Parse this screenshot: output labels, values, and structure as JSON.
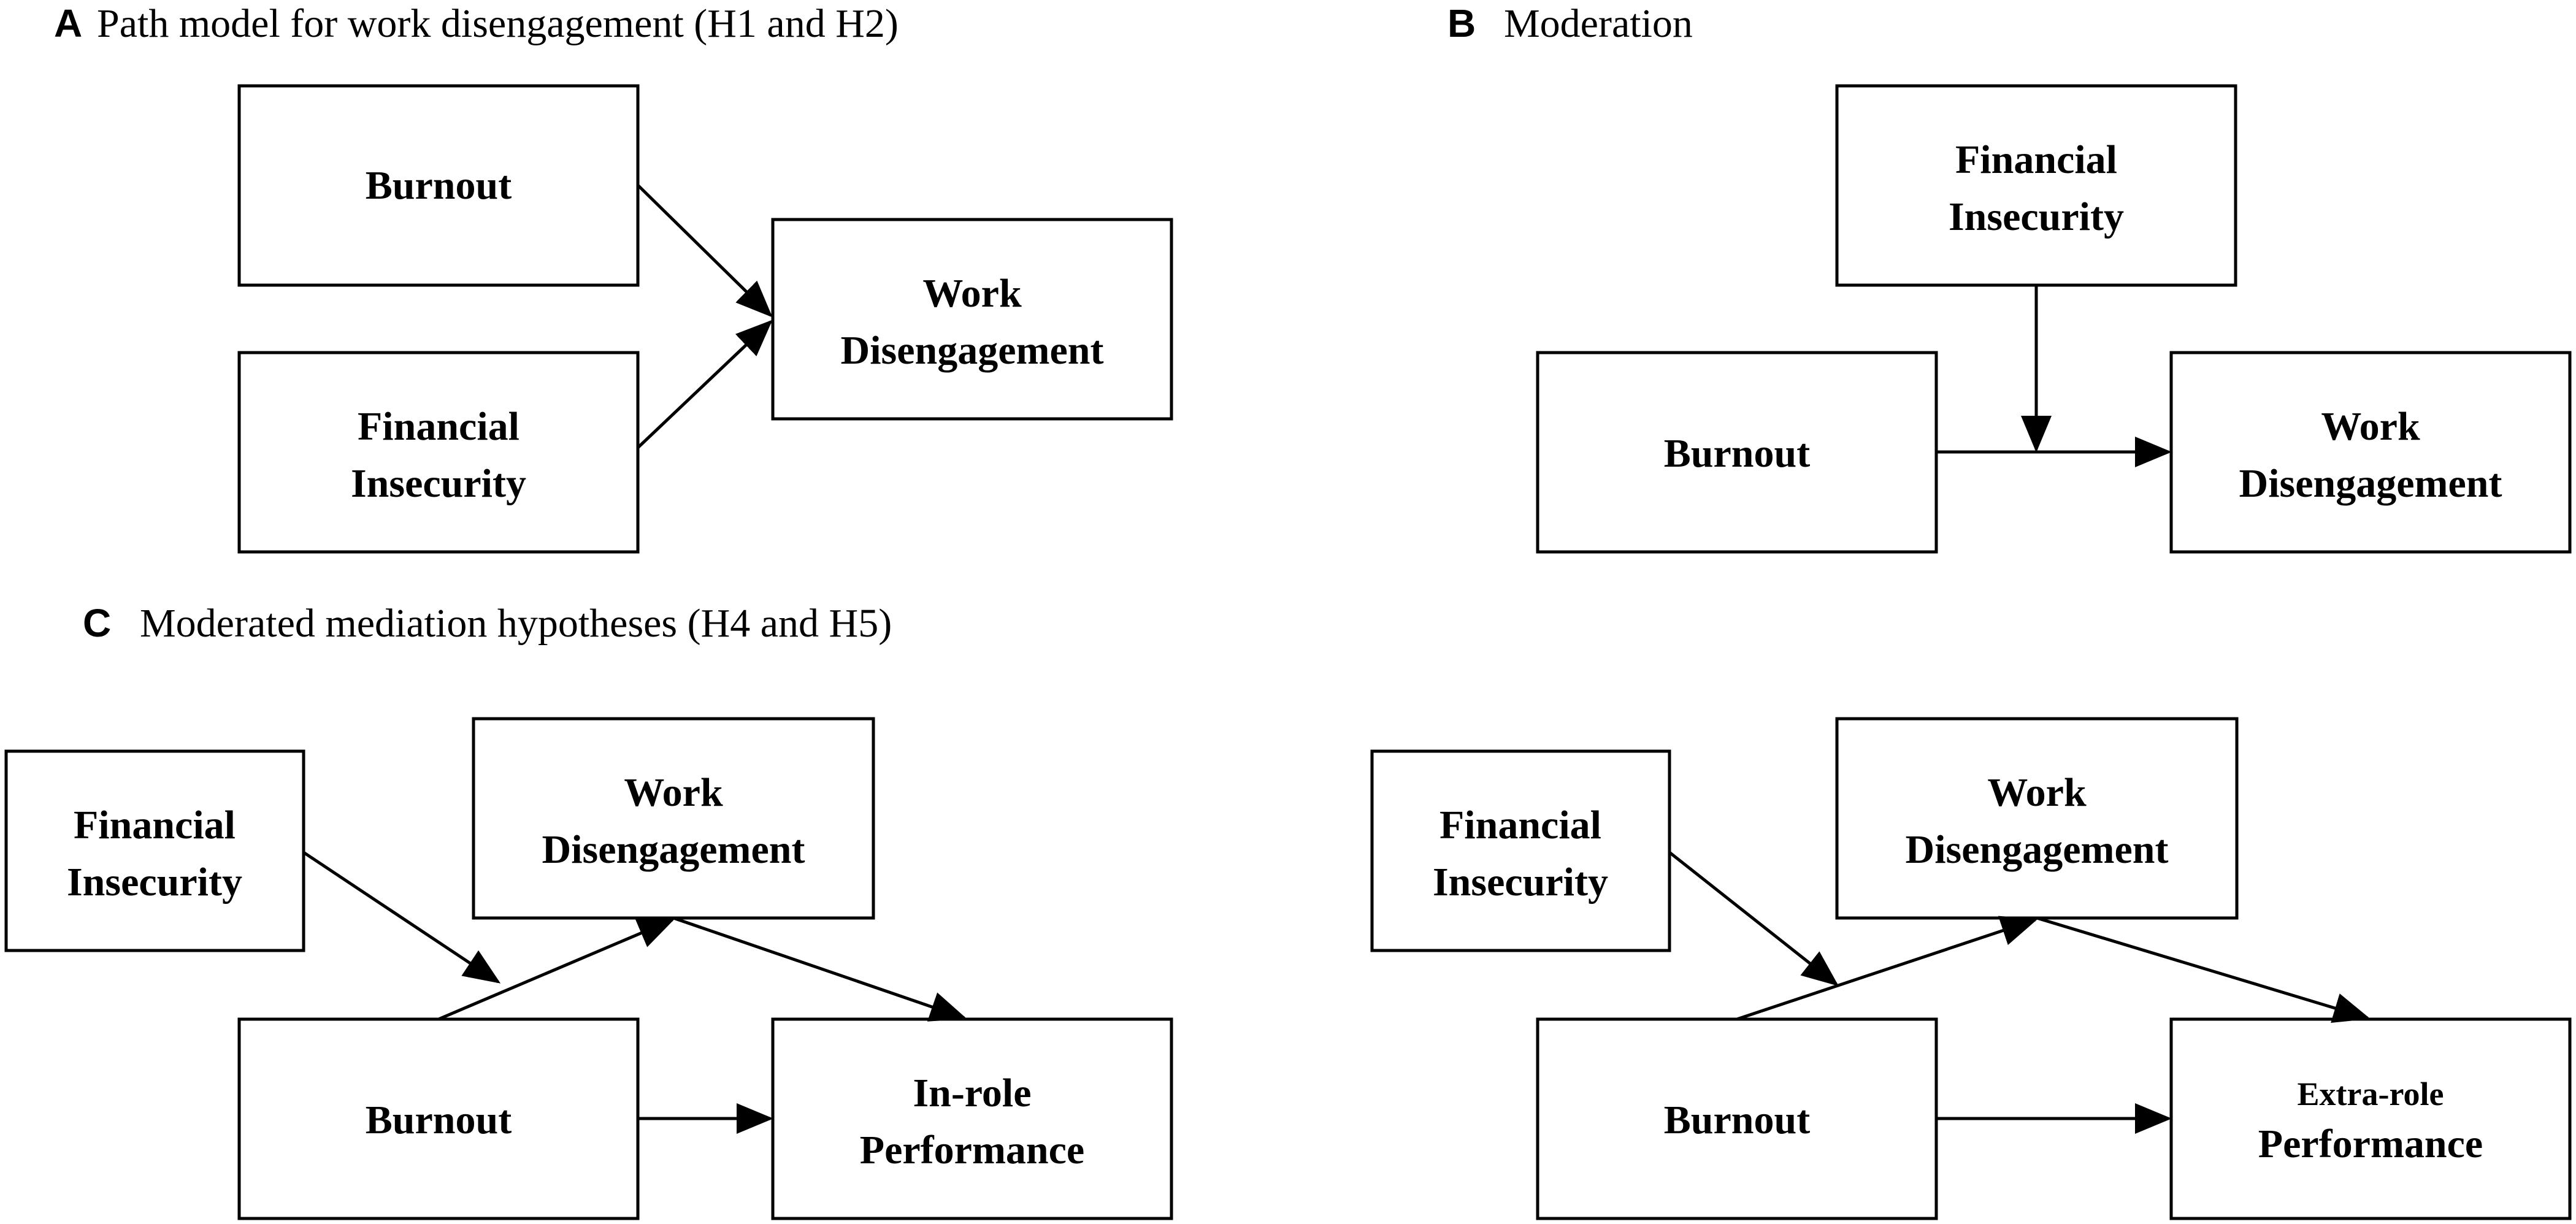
{
  "panels": {
    "a": {
      "letter": "A",
      "title": "Path model for work disengagement (H1 and H2)",
      "burnout": "Burnout",
      "financial_insecurity": [
        "Financial",
        "Insecurity"
      ],
      "work_disengagement": [
        "Work",
        "Disengagement"
      ]
    },
    "b": {
      "letter": "B",
      "title": "Moderation",
      "financial_insecurity": [
        "Financial",
        "Insecurity"
      ],
      "burnout": "Burnout",
      "work_disengagement": [
        "Work",
        "Disengagement"
      ]
    },
    "c": {
      "letter": "C",
      "title": "Moderated mediation hypotheses (H4 and H5)",
      "left": {
        "financial_insecurity": [
          "Financial",
          "Insecurity"
        ],
        "work_disengagement": [
          "Work",
          "Disengagement"
        ],
        "burnout": "Burnout",
        "outcome": [
          "In-role",
          "Performance"
        ]
      },
      "right": {
        "financial_insecurity": [
          "Financial",
          "Insecurity"
        ],
        "work_disengagement": [
          "Work",
          "Disengagement"
        ],
        "burnout": "Burnout",
        "outcome": [
          "Extra-role",
          "Performance"
        ]
      }
    }
  }
}
